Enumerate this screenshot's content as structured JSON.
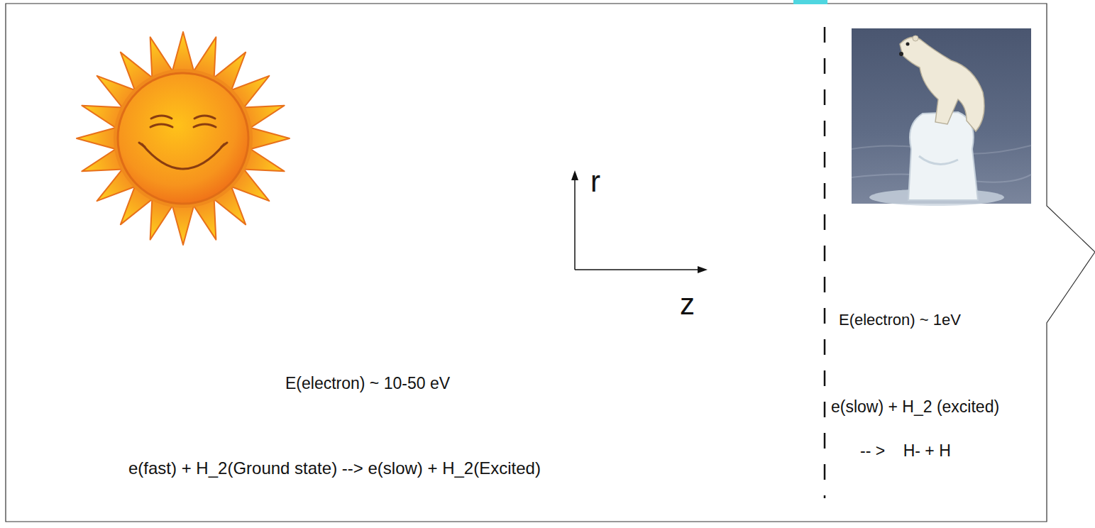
{
  "diagram": {
    "labels": [
      "r",
      "z",
      "E(electron) ~ 1eV",
      "E(electron) ~ 10-50 eV",
      "e(slow) + H_2 (excited)",
      "e(fast) + H_2(Ground state) --> e(slow) + H_2(Excited)",
      "-- >    H- + H"
    ]
  }
}
